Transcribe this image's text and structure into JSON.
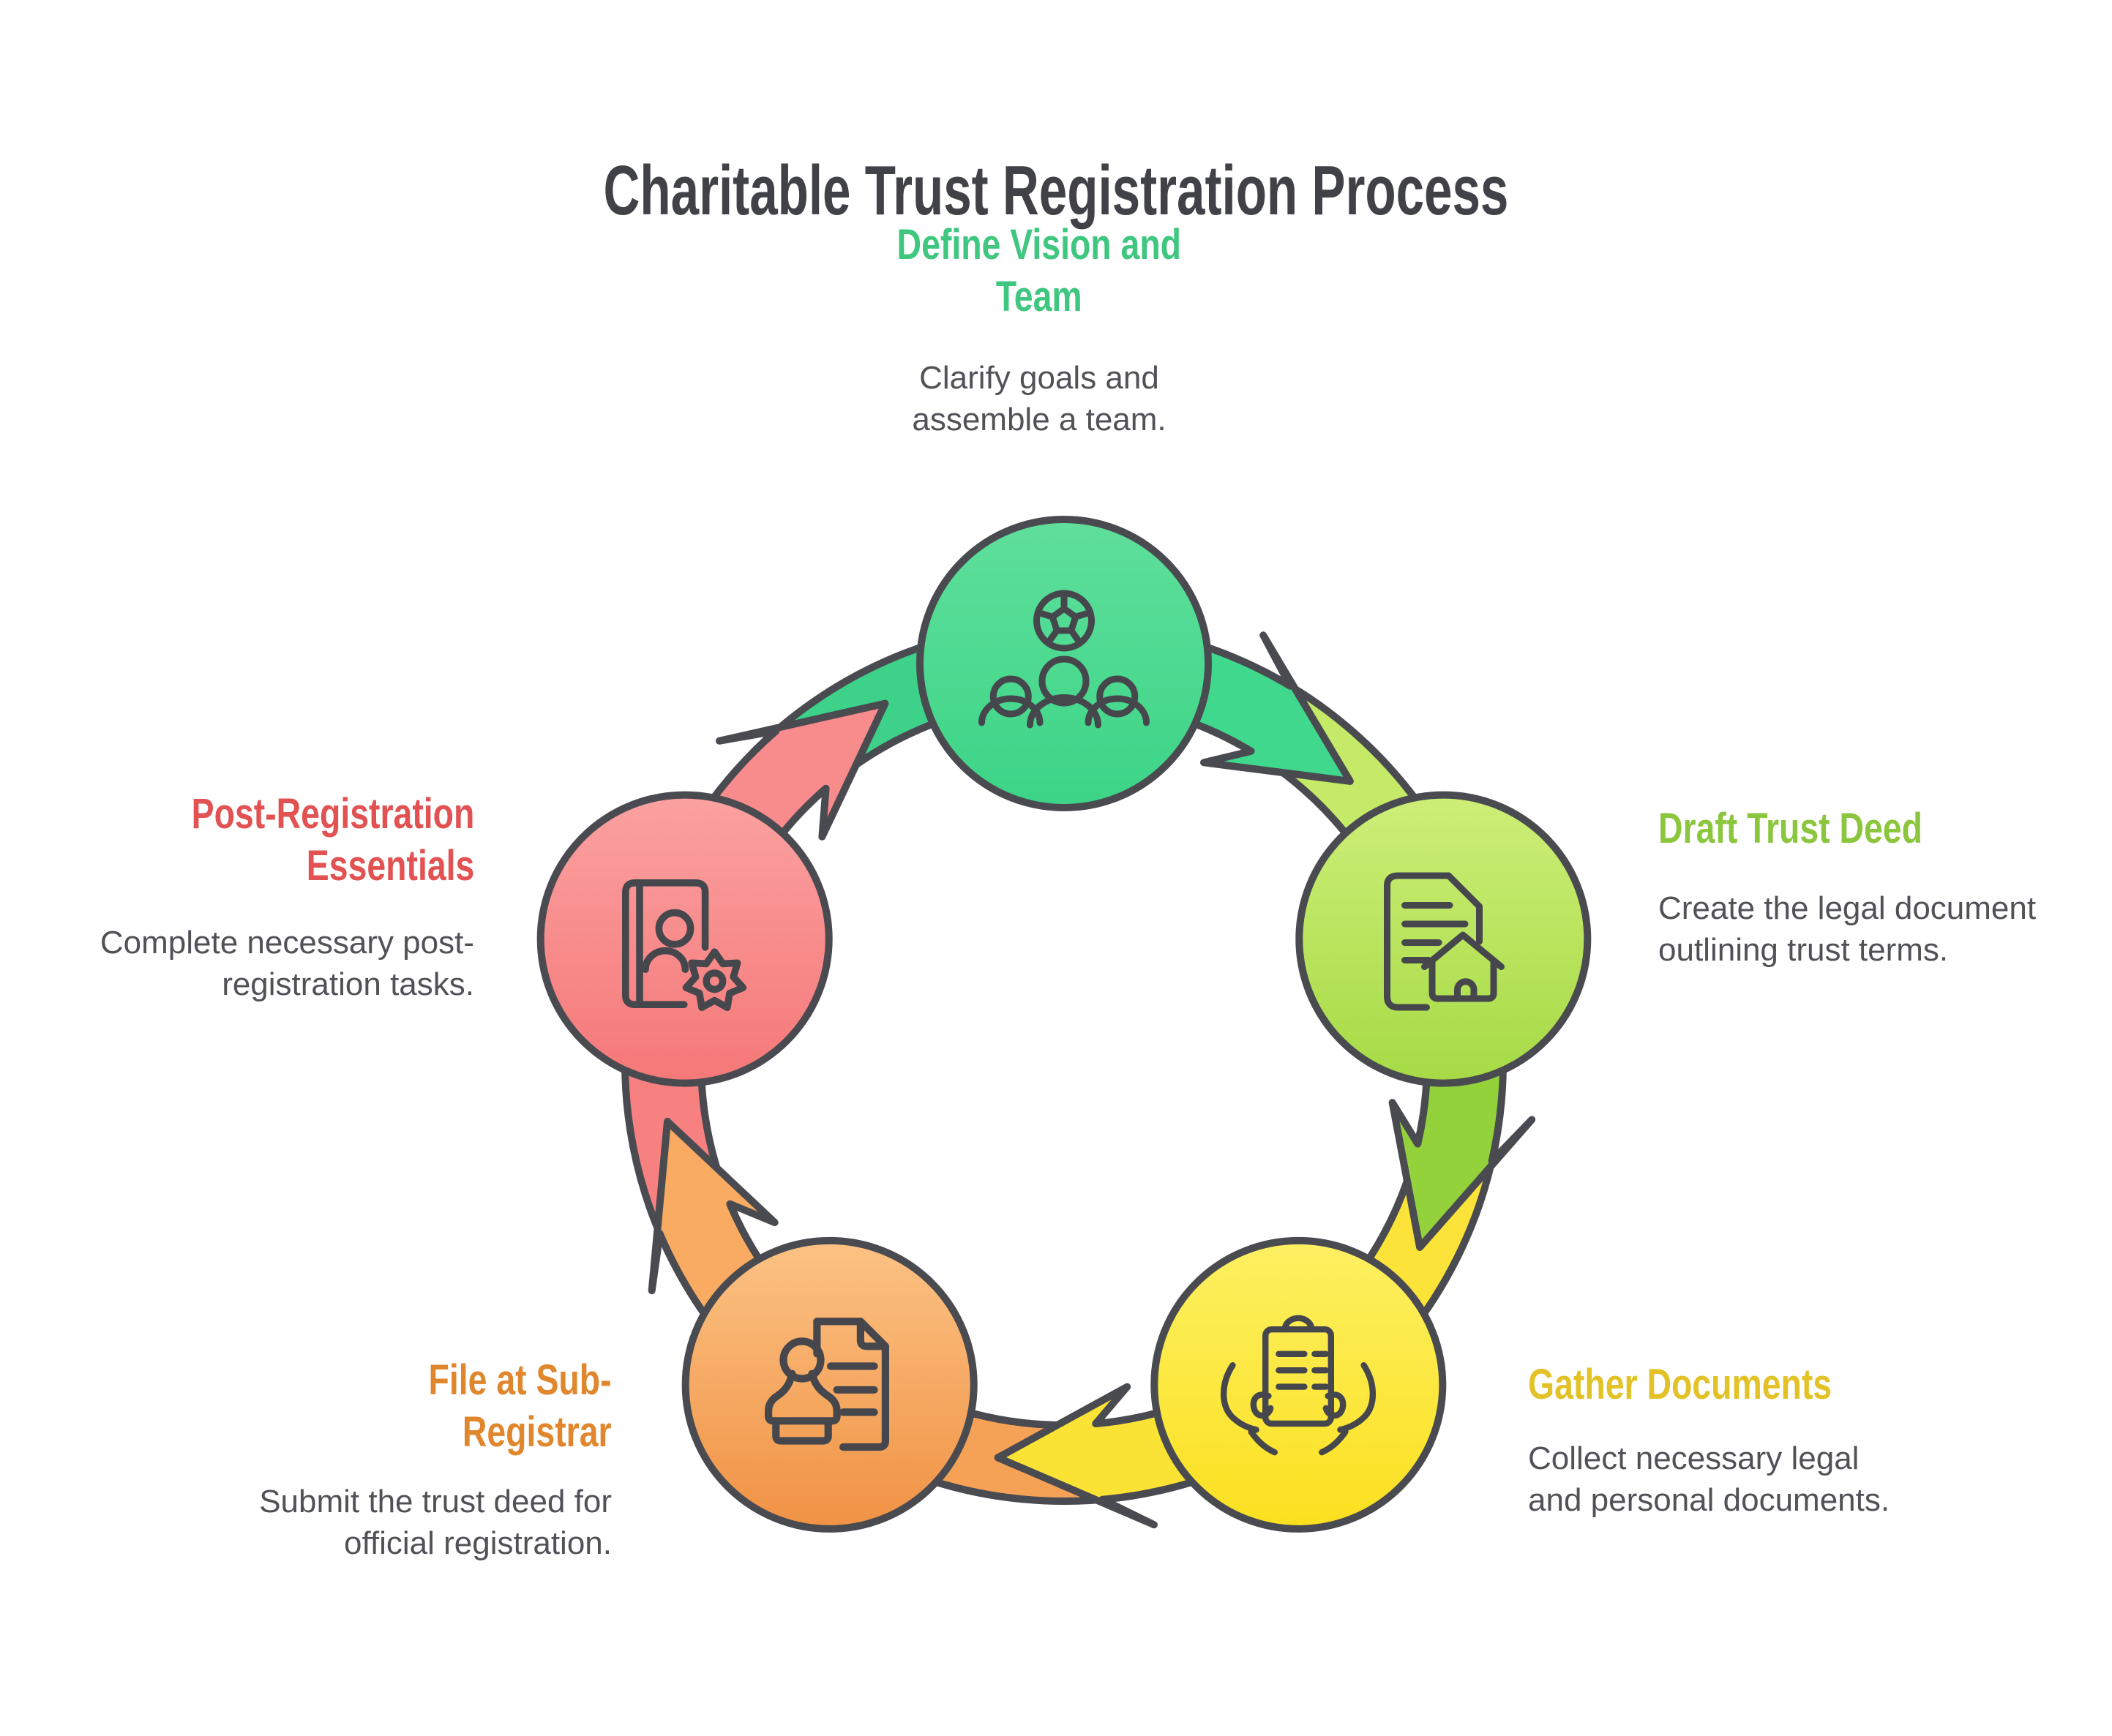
{
  "title": "Charitable Trust Registration Process",
  "diagram": {
    "outline_color": "#4a4b51",
    "icon_stroke_color": "#46474d",
    "title_color": "#414247",
    "body_text_color": "#515257",
    "steps": [
      {
        "label": "Define Vision and\nTeam",
        "description": "Clarify goals and\nassemble a team.",
        "heading_color": "#3fc67f",
        "circle_light": "#5fdf9b",
        "circle_dark": "#3cd487",
        "arrow_color": "#40d88c",
        "band_color": "#3ed189",
        "icon": "team-icon"
      },
      {
        "label": "Draft Trust Deed",
        "description": "Create the legal document\noutlining trust terms.",
        "heading_color": "#8cc63f",
        "circle_light": "#cdef78",
        "circle_dark": "#a6da45",
        "arrow_color": "#93d23b",
        "band_color": "#c5ea68",
        "icon": "trust-deed-icon"
      },
      {
        "label": "Gather Documents",
        "description": "Collect necessary legal\nand personal documents.",
        "heading_color": "#e2c226",
        "circle_light": "#fdf062",
        "circle_dark": "#fbe01f",
        "arrow_color": "#fbe335",
        "band_color": "#fbe339",
        "icon": "gather-documents-icon"
      },
      {
        "label": "File at Sub-\nRegistrar",
        "description": "Submit the trust deed for\nofficial registration.",
        "heading_color": "#e0872e",
        "circle_light": "#fcc284",
        "circle_dark": "#f09244",
        "arrow_color": "#f8ab61",
        "band_color": "#f5a257",
        "icon": "stamp-document-icon"
      },
      {
        "label": "Post-Registration\nEssentials",
        "description": "Complete necessary post-\nregistration tasks.",
        "heading_color": "#e25252",
        "circle_light": "#fba1a1",
        "circle_dark": "#f57878",
        "arrow_color": "#f88b8b",
        "band_color": "#f78080",
        "icon": "book-gear-icon"
      }
    ]
  }
}
